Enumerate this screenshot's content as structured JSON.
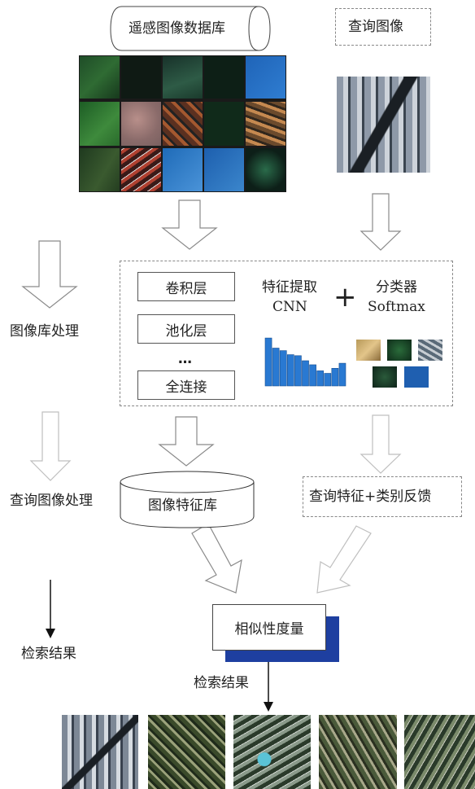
{
  "labels": {
    "database": "遥感图像数据库",
    "query_image": "查询图像",
    "conv_layer": "卷积层",
    "pool_layer": "池化层",
    "ellipsis": "…",
    "fc_layer": "全连接",
    "feature_extract_line1": "特征提取",
    "feature_extract_line2": "CNN",
    "plus": "+",
    "classifier_line1": "分类器",
    "classifier_line2": "Softmax",
    "db_processing": "图像库处理",
    "query_processing": "查询图像处理",
    "retrieval_result_left": "检索结果",
    "feature_db": "图像特征库",
    "query_feedback": "查询特征+类别反馈",
    "similarity": "相似性度量",
    "retrieval_result_center": "检索结果"
  },
  "colors": {
    "arrow_outline": "#8a8a8a",
    "arrow_outline_light": "#bfbfbf",
    "bar_fill": "#2979d2",
    "shadow_blue": "#1e3fa0",
    "dashed_border": "#888888"
  },
  "feature_bars": [
    0.95,
    0.75,
    0.7,
    0.62,
    0.6,
    0.5,
    0.42,
    0.3,
    0.25,
    0.35,
    0.45
  ]
}
